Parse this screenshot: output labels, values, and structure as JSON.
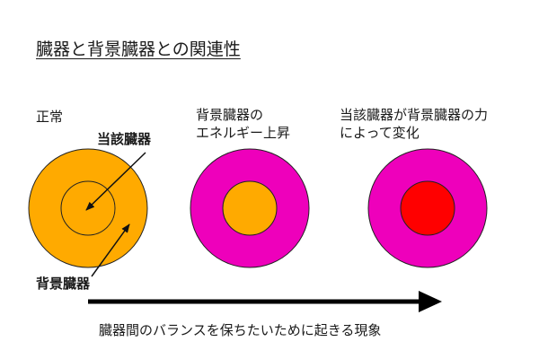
{
  "title": "臓器と背景臓器との関連性",
  "panels": [
    {
      "label_lines": [
        "正常"
      ],
      "outer_color": "#ffaa00",
      "inner_color": "#ffaa00"
    },
    {
      "label_lines": [
        "背景臓器の",
        "エネルギー上昇"
      ],
      "outer_color": "#ee00bb",
      "inner_color": "#ffaa00"
    },
    {
      "label_lines": [
        "当該臓器が背景臓器の力",
        "によって変化"
      ],
      "outer_color": "#ee00bb",
      "inner_color": "#ff0000"
    }
  ],
  "annotations": {
    "target_organ": "当該臓器",
    "background_organ": "背景臓器"
  },
  "caption": "臓器間のバランスを保ちたいために起きる現象"
}
